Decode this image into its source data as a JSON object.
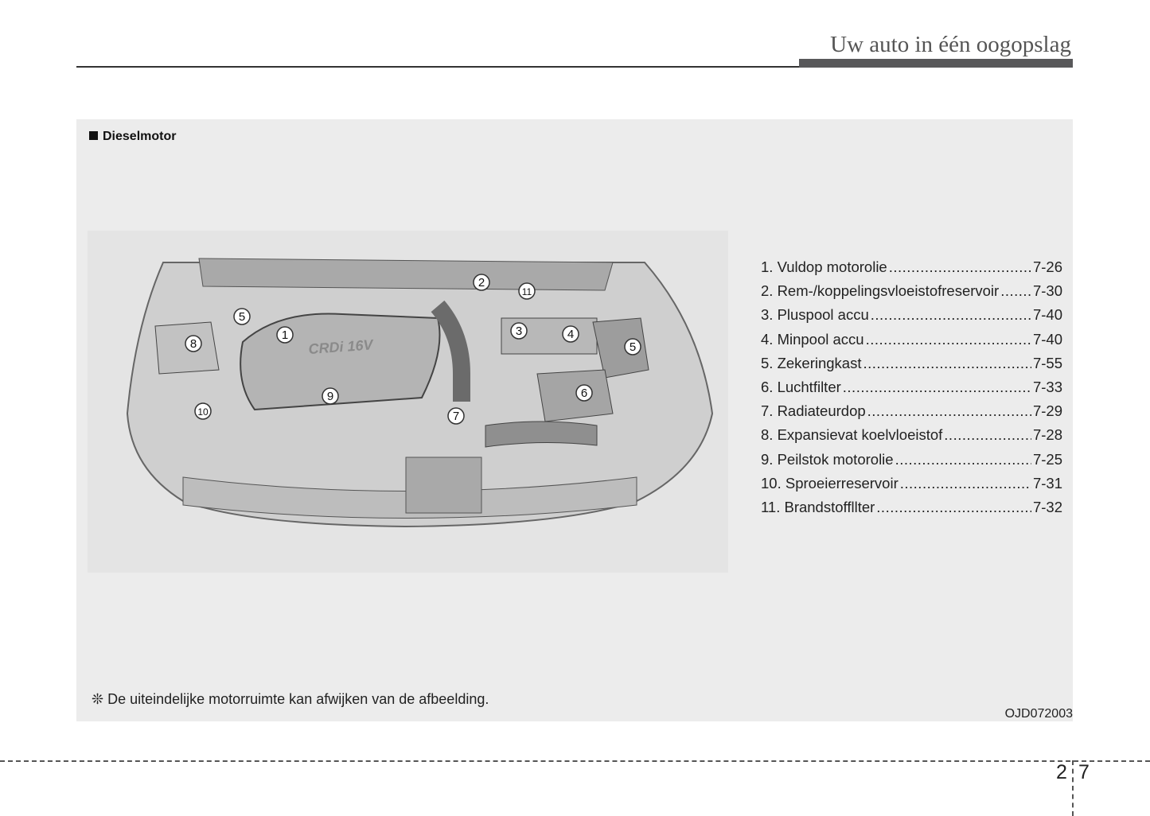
{
  "header": {
    "title": "Uw auto in één oogopslag"
  },
  "section": {
    "title": "Dieselmotor"
  },
  "illustration": {
    "engine_badge": "CRDi 16V",
    "callouts": [
      "1",
      "2",
      "11",
      "3",
      "4",
      "5",
      "5",
      "8",
      "9",
      "6",
      "7",
      "10"
    ]
  },
  "legend": [
    {
      "label": "1. Vuldop motorolie",
      "page": "7-26"
    },
    {
      "label": "2. Rem-/koppelingsvloeistofreservoir",
      "page": "7-30"
    },
    {
      "label": "3. Pluspool accu",
      "page": "7-40"
    },
    {
      "label": "4. Minpool accu",
      "page": "7-40"
    },
    {
      "label": "5. Zekeringkast",
      "page": "7-55"
    },
    {
      "label": "6. Luchtfilter",
      "page": "7-33"
    },
    {
      "label": "7. Radiateurdop",
      "page": "7-29"
    },
    {
      "label": "8. Expansievat koelvloeistof",
      "page": "7-28"
    },
    {
      "label": "9. Peilstok motorolie",
      "page": "7-25"
    },
    {
      "label": "10. Sproeierreservoir",
      "page": "7-31"
    },
    {
      "label": "11. Brandstoffllter",
      "page": "7-32"
    }
  ],
  "note": "❊ De uiteindelijke motorruimte kan afwijken van de afbeelding.",
  "image_code": "OJD072003",
  "page_number": {
    "chapter": "2",
    "page": "7"
  }
}
